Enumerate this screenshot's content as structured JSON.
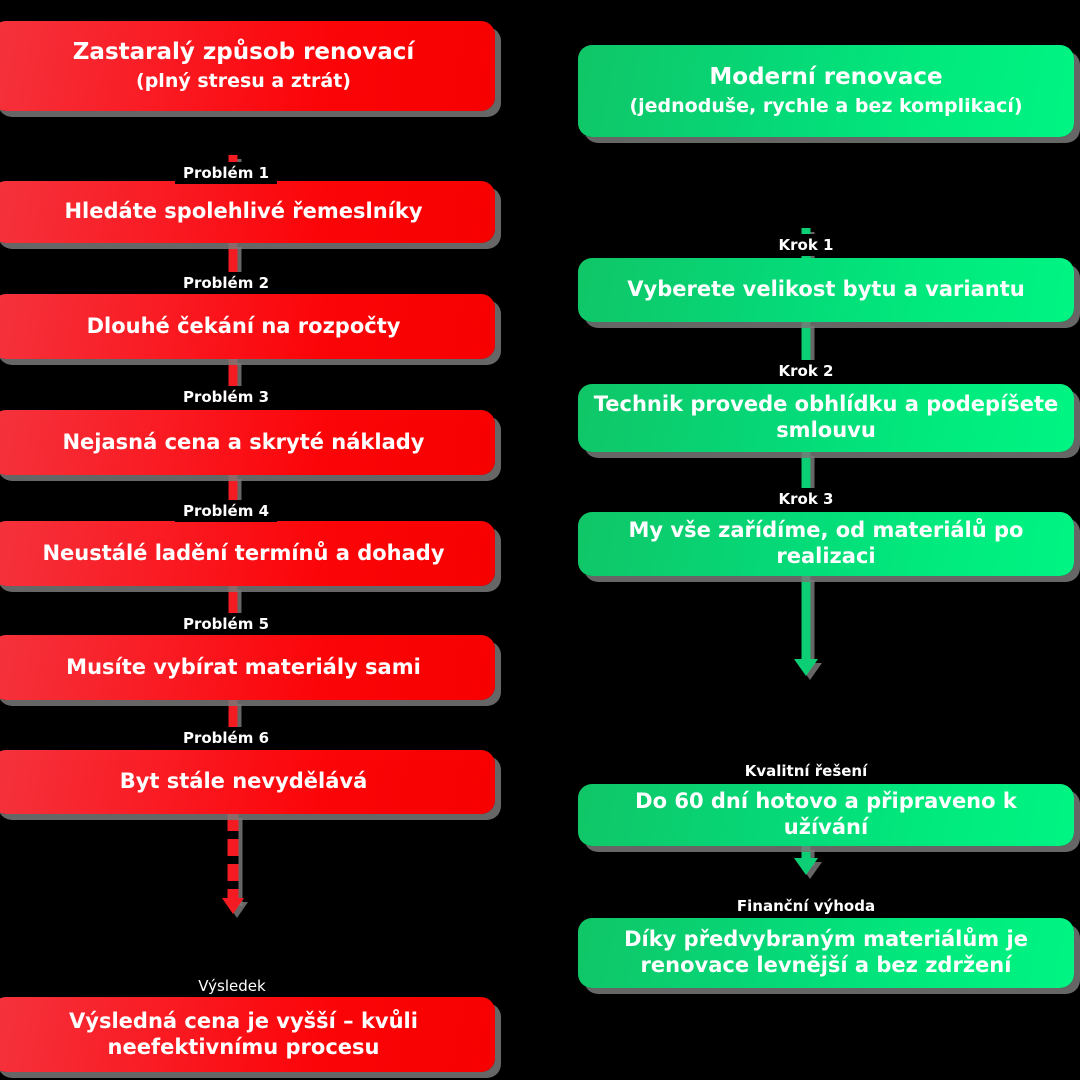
{
  "meta": {
    "colors": {
      "background": "#000000",
      "red_light": "#f4333d",
      "red_dark": "#f70000",
      "green_light": "#10c667",
      "green_bright": "#00f583",
      "text": "#ffffff",
      "shadow": "#787878"
    }
  },
  "left_column": {
    "header": {
      "line1": "Zastaralý způsob renovací",
      "line2": "(plný stresu a ztrát)"
    },
    "steps": [
      {
        "label": "Problém 1",
        "text": "Hledáte spolehlivé řemeslníky"
      },
      {
        "label": "Problém 2",
        "text": "Dlouhé čekání na rozpočty"
      },
      {
        "label": "Problém 3",
        "text": "Nejasná cena a skryté náklady"
      },
      {
        "label": "Problém 4",
        "text": "Neustálé ladění termínů a dohady"
      },
      {
        "label": "Problém 5",
        "text": "Musíte vybírat materiály sami"
      },
      {
        "label": "Problém 6",
        "text": "Byt stále nevydělává"
      }
    ],
    "result": {
      "label": "Výsledek",
      "line1": "Výsledná cena je vyšší – kvůli",
      "line2": "neefektivnímu procesu"
    }
  },
  "right_column": {
    "header": {
      "line1": "Moderní renovace",
      "line2": "(jednoduše, rychle a bez komplikací)"
    },
    "steps": [
      {
        "label": "Krok 1",
        "text": "Vyberete velikost bytu a variantu"
      },
      {
        "label": "Krok 2",
        "line1": "Technik provede obhlídku a podepíšete",
        "line2": "smlouvu"
      },
      {
        "label": "Krok 3",
        "text": "My vše zařídíme, od materiálů po realizaci"
      }
    ],
    "outcome": {
      "label": "Kvalitní řešení",
      "text": "Do 60 dní hotovo a připraveno k užívání"
    },
    "benefit": {
      "label": "Finanční výhoda",
      "line1": "Díky předvybraným materiálům je",
      "line2": "renovace levnější a bez zdržení"
    }
  }
}
